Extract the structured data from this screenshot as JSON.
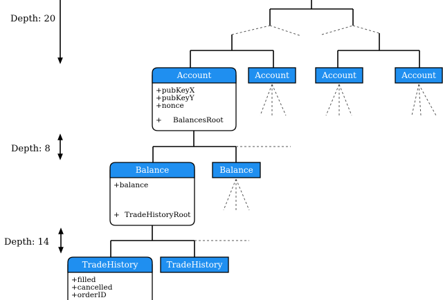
{
  "depth_labels": {
    "top": "Depth: 20",
    "middle": "Depth: 8",
    "bottom": "Depth: 14"
  },
  "account": {
    "title": "Account",
    "fields": [
      "+pubKeyX",
      "+pubKeyY",
      "+nonce"
    ],
    "root_plus": "+",
    "root_label": "BalancesRoot",
    "siblings": [
      "Account",
      "Account",
      "Account"
    ]
  },
  "balance": {
    "title": "Balance",
    "fields": [
      "+balance"
    ],
    "root_plus": "+",
    "root_label": "TradeHistoryRoot",
    "sibling": "Balance"
  },
  "trade_history": {
    "title": "TradeHistory",
    "fields": [
      "+filled",
      "+cancelled",
      "+orderID"
    ],
    "sibling": "TradeHistory"
  },
  "colors": {
    "header_blue": "#1f8ff0"
  }
}
